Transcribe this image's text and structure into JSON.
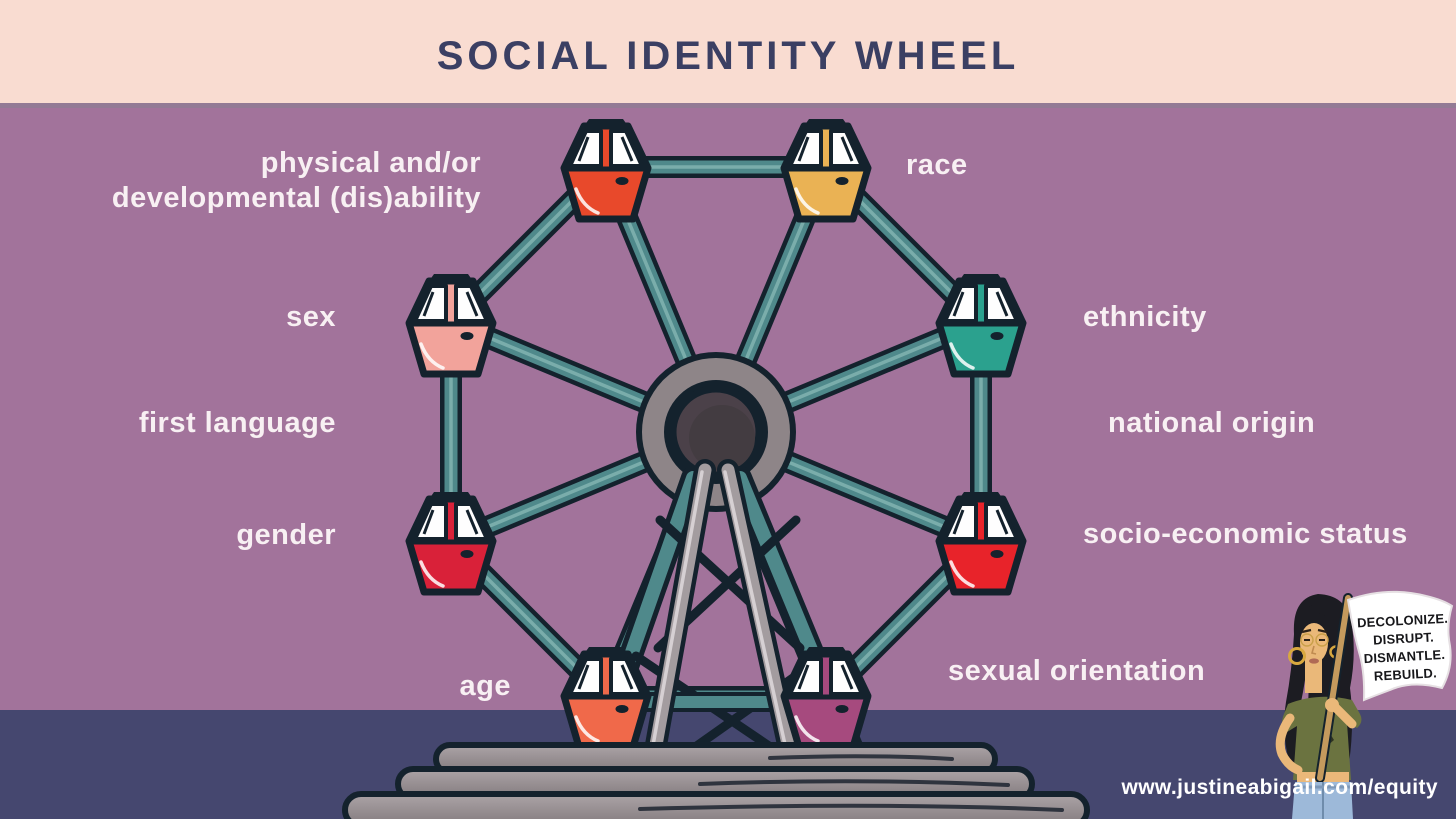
{
  "banner": {
    "title": "SOCIAL IDENTITY WHEEL"
  },
  "identities": {
    "disability_line1": "physical and/or",
    "disability_line2": "developmental (dis)ability",
    "race": "race",
    "sex": "sex",
    "ethnicity": "ethnicity",
    "first_language": "first language",
    "national_origin": "national origin",
    "gender": "gender",
    "socioeconomic": "socio-economic status",
    "age": "age",
    "sexual_orientation": "sexual orientation"
  },
  "flag": {
    "line1": "DECOLONIZE.",
    "line2": "DISRUPT.",
    "line3": "DISMANTLE.",
    "line4": "REBUILD."
  },
  "footer": {
    "url": "www.justineabigail.com/equity"
  },
  "colors": {
    "banner_bg": "#f9dcd1",
    "banner_edge": "#937a95",
    "title_text": "#3b3f63",
    "background": "#a2739b",
    "ground": "#45476f",
    "label_text": "#f8f0f3",
    "outline": "#14222d",
    "spoke_teal": "#4f898b",
    "spoke_highlight": "#7fb2af",
    "hub_ring": "#8e8588",
    "hub_center": "#4b4149",
    "gondola_disability": "#e8492b",
    "gondola_race": "#eab254",
    "gondola_sex": "#f2a39b",
    "gondola_ethnicity": "#2ba18e",
    "gondola_gender": "#d92139",
    "gondola_socioeconomic": "#e8232a",
    "gondola_age": "#f0694a",
    "gondola_sexual_orientation": "#a64a7e",
    "flag_white": "#ffffff",
    "pole_wood": "#c49a5d",
    "skin": "#eab879",
    "hair": "#1c1c22",
    "shirt_green": "#6b7340",
    "jeans_blue": "#9db9d9"
  }
}
